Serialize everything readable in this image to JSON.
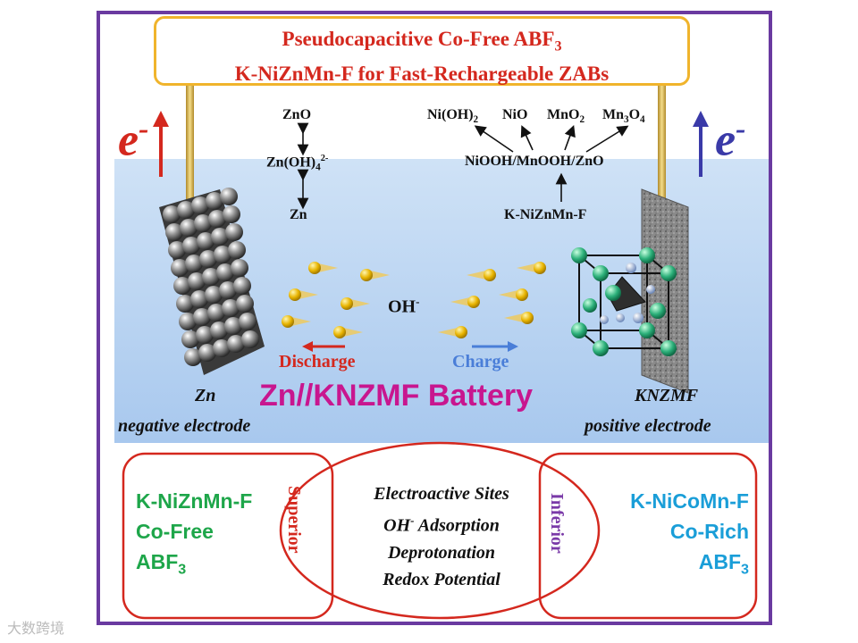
{
  "title": {
    "line1": "Pseudocapacitive Co-Free ABF",
    "line1_sub": "3",
    "line2": "K-NiZnMn-F for Fast-Rechargeable ZABs"
  },
  "electron": {
    "e": "e",
    "charge": "-"
  },
  "zn_side": {
    "zno": "ZnO",
    "zincate": "Zn(OH)",
    "zincate_sub": "4",
    "zincate_sup": "2-",
    "zn": "Zn"
  },
  "cathode_side": {
    "nioh2": "Ni(OH)",
    "nioh2_sub": "2",
    "nio": "NiO",
    "mno2": "MnO",
    "mno2_sub": "2",
    "mn3o4_a": "Mn",
    "mn3o4_sub1": "3",
    "mn3o4_b": "O",
    "mn3o4_sub2": "4",
    "intermediate": "NiOOH/MnOOH/ZnO",
    "precursor": "K-NiZnMn-F"
  },
  "ion": {
    "name": "OH",
    "sup": "-"
  },
  "discharge": "Discharge",
  "charge": "Charge",
  "battery": "Zn//KNZMF Battery",
  "negative": {
    "name": "Zn",
    "desc": "negative electrode"
  },
  "positive": {
    "name": "KNZMF",
    "desc": "positive electrode"
  },
  "left_card": {
    "line1": "K-NiZnMn-F",
    "line2": "Co-Free",
    "line3": "ABF",
    "line3_sub": "3"
  },
  "right_card": {
    "line1": "K-NiCoMn-F",
    "line2": "Co-Rich",
    "line3": "ABF",
    "line3_sub": "3"
  },
  "superior": "Superior",
  "inferior": "Inferior",
  "mid": {
    "l1": "Electroactive Sites",
    "l2a": "OH",
    "l2sup": "-",
    "l2b": " Adsorption",
    "l3": "Deprotonation",
    "l4": "Redox Potential"
  },
  "watermark": "大数跨境",
  "colors": {
    "frame": "#6a3aa0",
    "title_border": "#f0b42c",
    "title_text": "#d4281e",
    "battery_text": "#c8168f",
    "discharge": "#d4281e",
    "charge": "#4a7ed8",
    "left_card_text": "#1ea64a",
    "right_card_text": "#1a9ed8",
    "card_border": "#d4281e",
    "electron_left": "#d4281e",
    "electron_right": "#3a3aa8"
  }
}
